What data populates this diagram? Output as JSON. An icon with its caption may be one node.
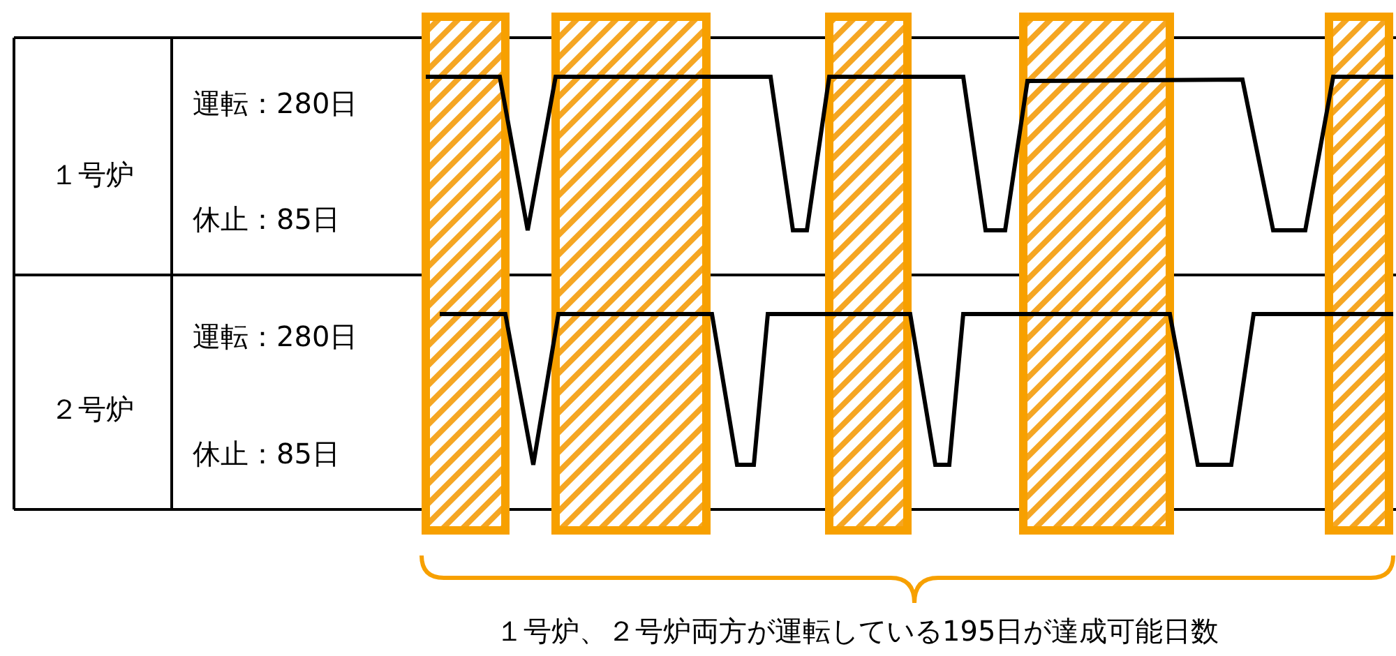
{
  "diagram": {
    "caption": "１号炉、２号炉両方が運転している195日が達成可能日数",
    "nodes": [
      {
        "text": [],
        "shape": "bar"
      },
      {
        "text": [],
        "shape": "bar"
      },
      {
        "text": [],
        "shape": "bar"
      },
      {
        "text": [],
        "shape": "bar"
      },
      {
        "text": [],
        "shape": "bar"
      }
    ],
    "labels": [
      "１号炉",
      "運転：280日",
      "休止：85日",
      "２号炉",
      "運転：280日",
      "休止：85日"
    ]
  }
}
